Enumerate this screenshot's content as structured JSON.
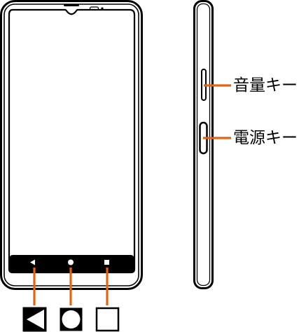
{
  "labels": {
    "volume_key": "音量キー",
    "power_key": "電源キー"
  },
  "nav_buttons": [
    {
      "icon": "back-triangle-icon",
      "name": "back"
    },
    {
      "icon": "home-circle-icon",
      "name": "home"
    },
    {
      "icon": "recent-square-icon",
      "name": "recent-apps"
    }
  ],
  "colors": {
    "outline": "#000000",
    "leader": "#e36414",
    "nav_bar": "#000000",
    "nav_glyph": "#ffffff",
    "background": "#ffffff"
  }
}
